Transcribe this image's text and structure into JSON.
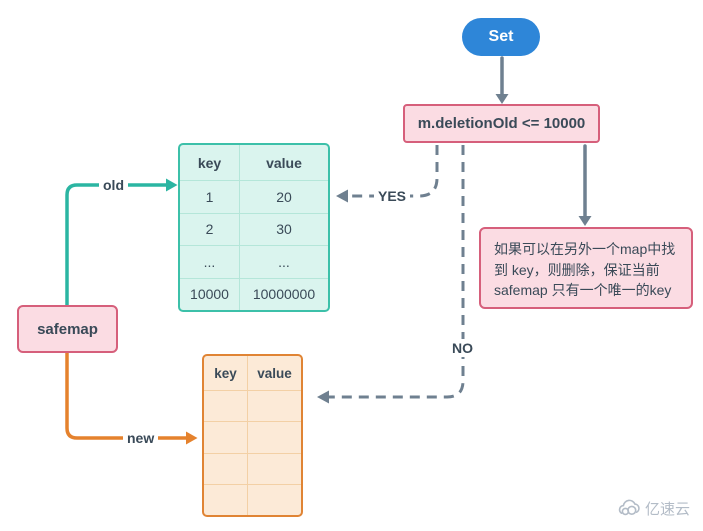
{
  "colors": {
    "blue": "#2e86d8",
    "slate_arrow": "#6f8090",
    "teal": "#2bb5a2",
    "orange": "#e5822d",
    "pink_bg": "#fbdce3",
    "pink_border": "#d65f7b",
    "green_table_bg": "#daf4ee",
    "green_table_border": "#3cc0a9",
    "orange_table_bg": "#fcead7",
    "orange_table_border": "#e08434",
    "text_dark": "#3a4a58",
    "watermark": "#b3bcc7"
  },
  "nodes": {
    "set": {
      "label": "Set"
    },
    "condition": {
      "label": "m.deletionOld <= 10000"
    },
    "safemap": {
      "label": "safemap"
    },
    "note": {
      "line1": "如果可以在另外一个map中找",
      "line2": "到 key，则删除，保证当前",
      "line3": "safemap 只有一个唯一的key"
    }
  },
  "edges": {
    "yes": "YES",
    "no": "NO",
    "old": "old",
    "new": "new"
  },
  "green_table": {
    "headers": [
      "key",
      "value"
    ],
    "rows": [
      [
        "1",
        "20"
      ],
      [
        "2",
        "30"
      ],
      [
        "...",
        "..."
      ],
      [
        "10000",
        "10000000"
      ]
    ]
  },
  "orange_table": {
    "headers": [
      "key",
      "value"
    ],
    "rows": [
      [
        "",
        ""
      ],
      [
        "",
        ""
      ],
      [
        "",
        ""
      ],
      [
        "",
        ""
      ]
    ]
  },
  "watermark": {
    "text": "亿速云"
  }
}
